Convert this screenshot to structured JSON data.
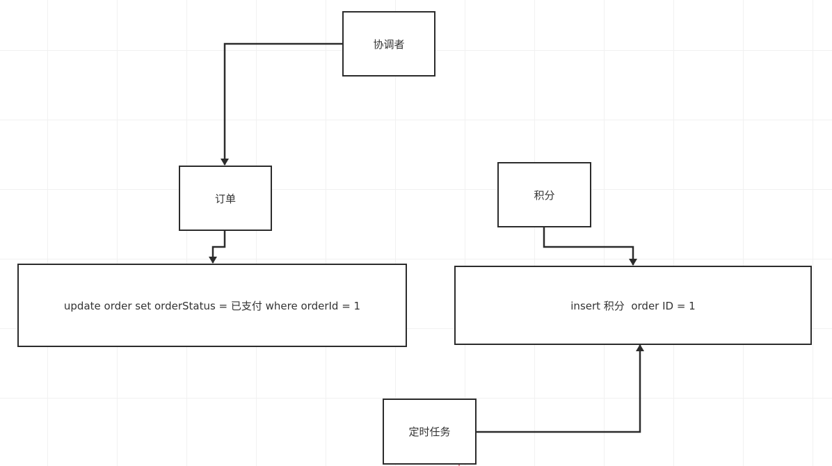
{
  "diagram": {
    "nodes": {
      "coordinator": {
        "label": "协调者"
      },
      "order": {
        "label": "订单"
      },
      "points": {
        "label": "积分"
      },
      "order_update": {
        "label": "update order set orderStatus = 已支付 where orderId = 1"
      },
      "points_insert": {
        "label": "insert 积分  order ID = 1"
      },
      "scheduled_task": {
        "label": "定时任务"
      }
    },
    "edges": [
      {
        "from": "coordinator",
        "to": "order"
      },
      {
        "from": "order",
        "to": "order_update"
      },
      {
        "from": "points",
        "to": "points_insert"
      },
      {
        "from": "scheduled_task",
        "to": "points_insert"
      }
    ],
    "colors": {
      "line": "#2b2b2b",
      "text": "#333333",
      "grid": "#f1f1f1",
      "marker": "#c0304a"
    }
  }
}
